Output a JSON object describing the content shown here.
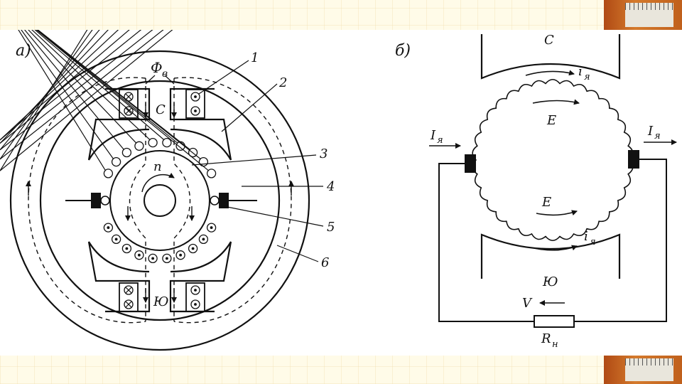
{
  "diagram": {
    "panel_a": {
      "label": "а)",
      "flux_label": "Ф",
      "flux_subscript": "в",
      "pole_top": "С",
      "pole_bottom": "Ю",
      "rotation_label": "n",
      "callouts": [
        "1",
        "2",
        "3",
        "4",
        "5",
        "6"
      ]
    },
    "panel_b": {
      "label": "б)",
      "pole_top": "С",
      "pole_bottom": "Ю",
      "armature_current": "I",
      "armature_current_sub": "я",
      "coil_current": "i",
      "coil_current_sub": "я",
      "emf_label": "E",
      "voltage_label": "V",
      "load_label": "R",
      "load_sub": "н"
    }
  }
}
